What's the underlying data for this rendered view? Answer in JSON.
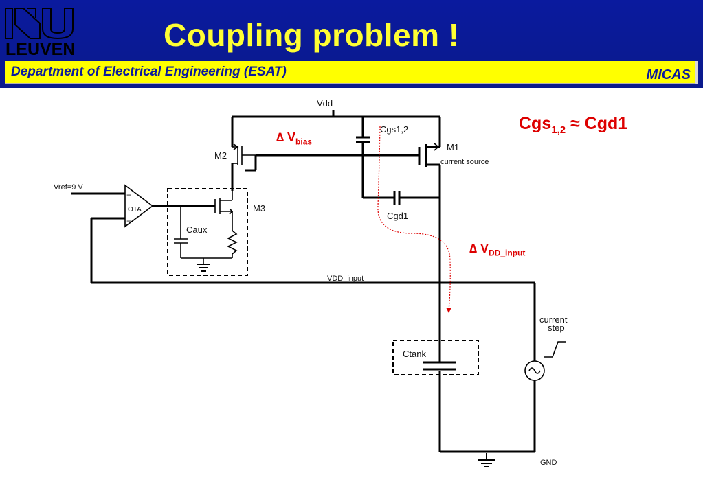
{
  "header": {
    "logo_text": "LEUVEN",
    "title": "Coupling problem !",
    "department": "Department of Electrical Engineering (ESAT)",
    "group": "MICAS"
  },
  "circuit": {
    "vdd": "Vdd",
    "m2": "M2",
    "m1": "M1",
    "current_source": "current source",
    "cgs12": "Cgs1,2",
    "cgd1": "Cgd1",
    "vref": "Vref=9 V",
    "ota": "OTA",
    "plus": "+",
    "minus": "−",
    "caux": "Caux",
    "m3": "M3",
    "vdd_input": "VDD_input",
    "ctank": "Ctank",
    "current_step_1": "current",
    "current_step_2": "step",
    "gnd": "GND"
  },
  "annotations": {
    "delta": "∆",
    "v": "V",
    "bias_sub": "bias",
    "dd_input_sub": "DD_input",
    "cgs_main": "Cgs",
    "cgs_sub": "1,2",
    "approx_cgd": " ≈ Cgd1"
  },
  "colors": {
    "header_bg": "#0a1a9e",
    "title": "#ffff33",
    "band": "#ffff00",
    "annotation": "#dd0000"
  }
}
